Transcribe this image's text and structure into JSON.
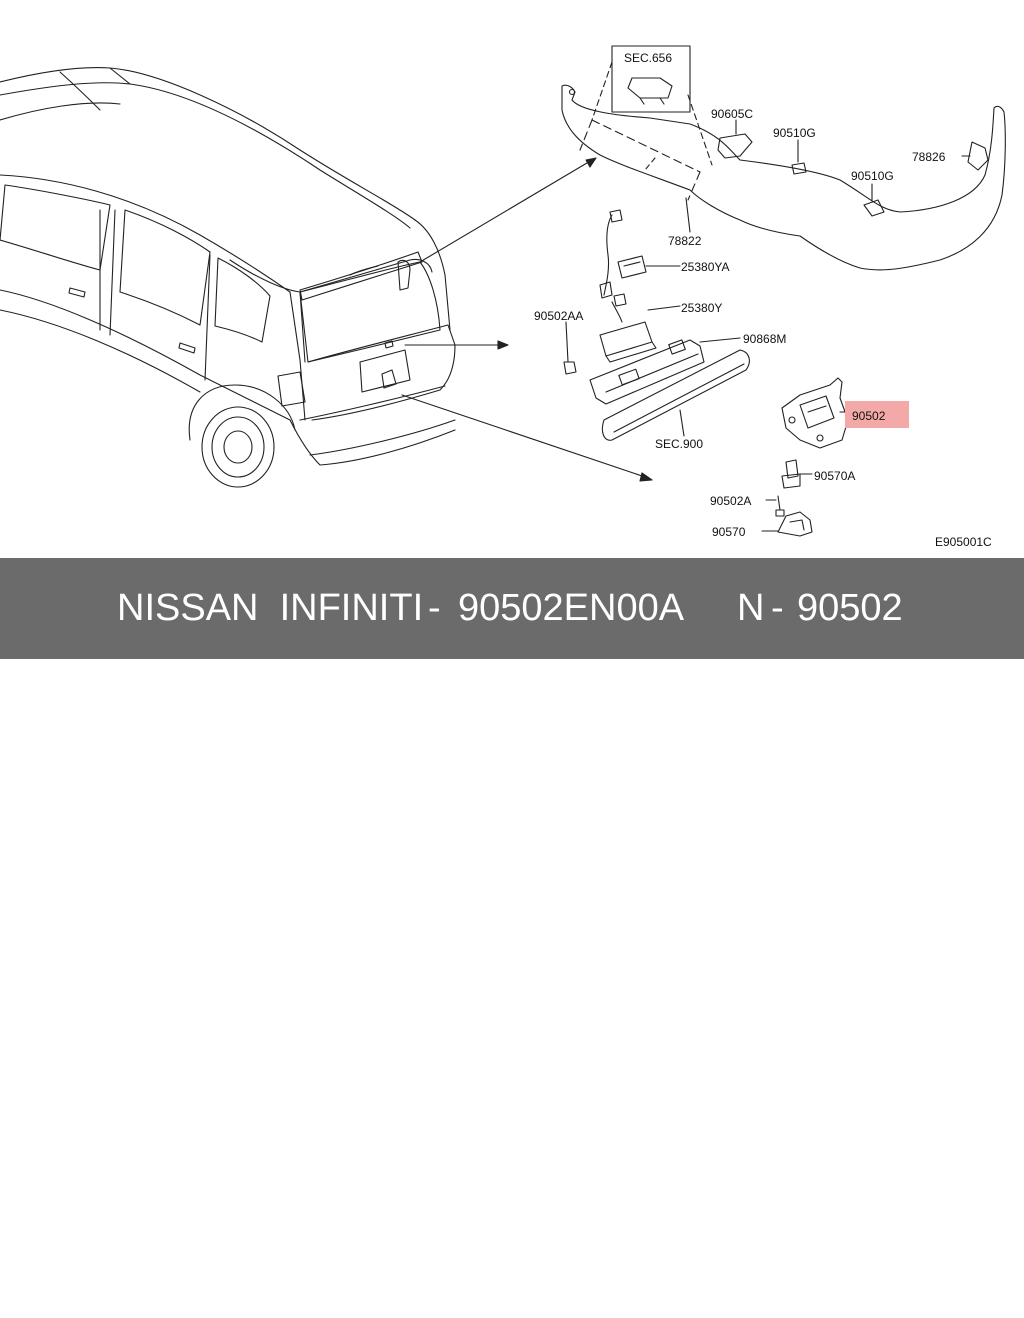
{
  "diagram": {
    "labels": {
      "sec656": "SEC.656",
      "p90605c": "90605C",
      "p90510g_a": "90510G",
      "p90510g_b": "90510G",
      "p78826": "78826",
      "p78822": "78822",
      "p25380ya": "25380YA",
      "p25380y": "25380Y",
      "p90502aa": "90502AA",
      "p90868m": "90868M",
      "p90502": "90502",
      "sec900": "SEC.900",
      "p90570a": "90570A",
      "p90502a": "90502A",
      "p90570": "90570",
      "code": "E905001C"
    },
    "highlight_color": "#f4a9a9"
  },
  "footer": {
    "brand": "NISSAN  INFINITI",
    "separator1": "-",
    "part_number": "90502EN00A",
    "n_label": "N",
    "separator2": "-",
    "n_number": "90502"
  }
}
